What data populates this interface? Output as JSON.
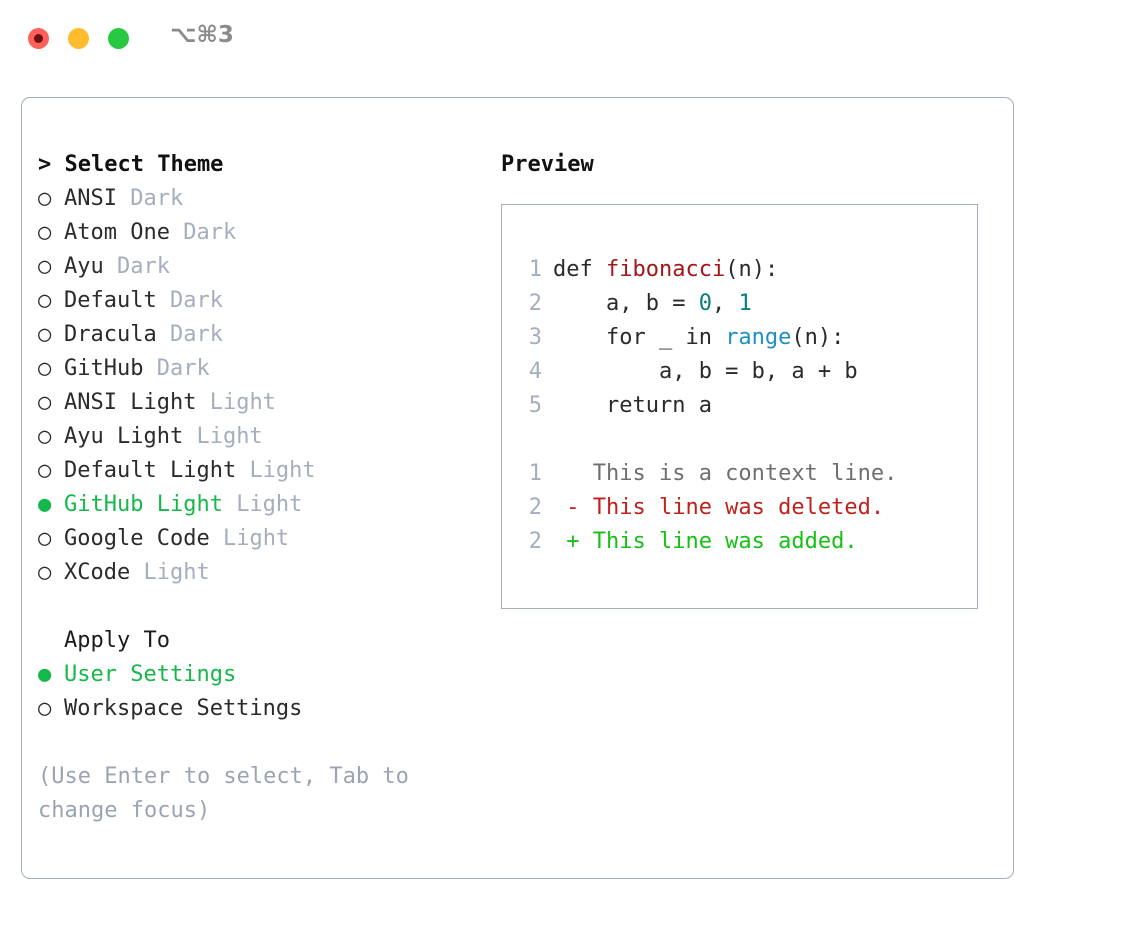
{
  "window": {
    "shortcut": "⌥⌘3",
    "traffic_lights": [
      "close-red",
      "minimize-yellow",
      "maximize-green"
    ]
  },
  "theme_list": {
    "header": "> Select Theme",
    "items": [
      {
        "bullet": "○",
        "label": "ANSI",
        "variant": "Dark",
        "selected": false
      },
      {
        "bullet": "○",
        "label": "Atom One",
        "variant": "Dark",
        "selected": false
      },
      {
        "bullet": "○",
        "label": "Ayu",
        "variant": "Dark",
        "selected": false
      },
      {
        "bullet": "○",
        "label": "Default",
        "variant": "Dark",
        "selected": false
      },
      {
        "bullet": "○",
        "label": "Dracula",
        "variant": "Dark",
        "selected": false
      },
      {
        "bullet": "○",
        "label": "GitHub",
        "variant": "Dark",
        "selected": false
      },
      {
        "bullet": "○",
        "label": "ANSI Light",
        "variant": "Light",
        "selected": false
      },
      {
        "bullet": "○",
        "label": "Ayu Light",
        "variant": "Light",
        "selected": false
      },
      {
        "bullet": "○",
        "label": "Default Light",
        "variant": "Light",
        "selected": false
      },
      {
        "bullet": "●",
        "label": "GitHub Light",
        "variant": "Light",
        "selected": true
      },
      {
        "bullet": "○",
        "label": "Google Code",
        "variant": "Light",
        "selected": false
      },
      {
        "bullet": "○",
        "label": "XCode",
        "variant": "Light",
        "selected": false
      }
    ]
  },
  "apply_to": {
    "header": "Apply To",
    "items": [
      {
        "bullet": "●",
        "label": "User Settings",
        "selected": true
      },
      {
        "bullet": "○",
        "label": "Workspace Settings",
        "selected": false
      }
    ]
  },
  "hint": "(Use Enter to select, Tab to change focus)",
  "preview": {
    "title": "Preview",
    "code_lines": [
      {
        "n": "1",
        "segments": [
          {
            "t": "def ",
            "c": "plain"
          },
          {
            "t": "fibonacci",
            "c": "tok-fn"
          },
          {
            "t": "(n):",
            "c": "plain"
          }
        ]
      },
      {
        "n": "2",
        "segments": [
          {
            "t": "    a, b = ",
            "c": "plain"
          },
          {
            "t": "0",
            "c": "tok-num"
          },
          {
            "t": ", ",
            "c": "plain"
          },
          {
            "t": "1",
            "c": "tok-num"
          }
        ]
      },
      {
        "n": "3",
        "segments": [
          {
            "t": "    for _ in ",
            "c": "plain"
          },
          {
            "t": "range",
            "c": "tok-kw"
          },
          {
            "t": "(n):",
            "c": "plain"
          }
        ]
      },
      {
        "n": "4",
        "segments": [
          {
            "t": "        a, b = b, a + b",
            "c": "plain"
          }
        ]
      },
      {
        "n": "5",
        "segments": [
          {
            "t": "    return a",
            "c": "plain"
          }
        ]
      }
    ],
    "diff_lines": [
      {
        "n": "1",
        "marker": "  ",
        "text": "This is a context line.",
        "kind": "diff-ctx"
      },
      {
        "n": "2",
        "marker": "- ",
        "text": "This line was deleted.",
        "kind": "diff-del"
      },
      {
        "n": "2",
        "marker": "+ ",
        "text": "This line was added.",
        "kind": "diff-add"
      }
    ]
  },
  "colors": {
    "accent_green": "#16b84b",
    "muted": "#a5aebe",
    "border": "#a5aebe",
    "diff_add": "#17c017",
    "diff_del": "#c0211c",
    "syntax_fn": "#a3161a",
    "syntax_num": "#05807c",
    "syntax_kw": "#1f8fc4"
  }
}
